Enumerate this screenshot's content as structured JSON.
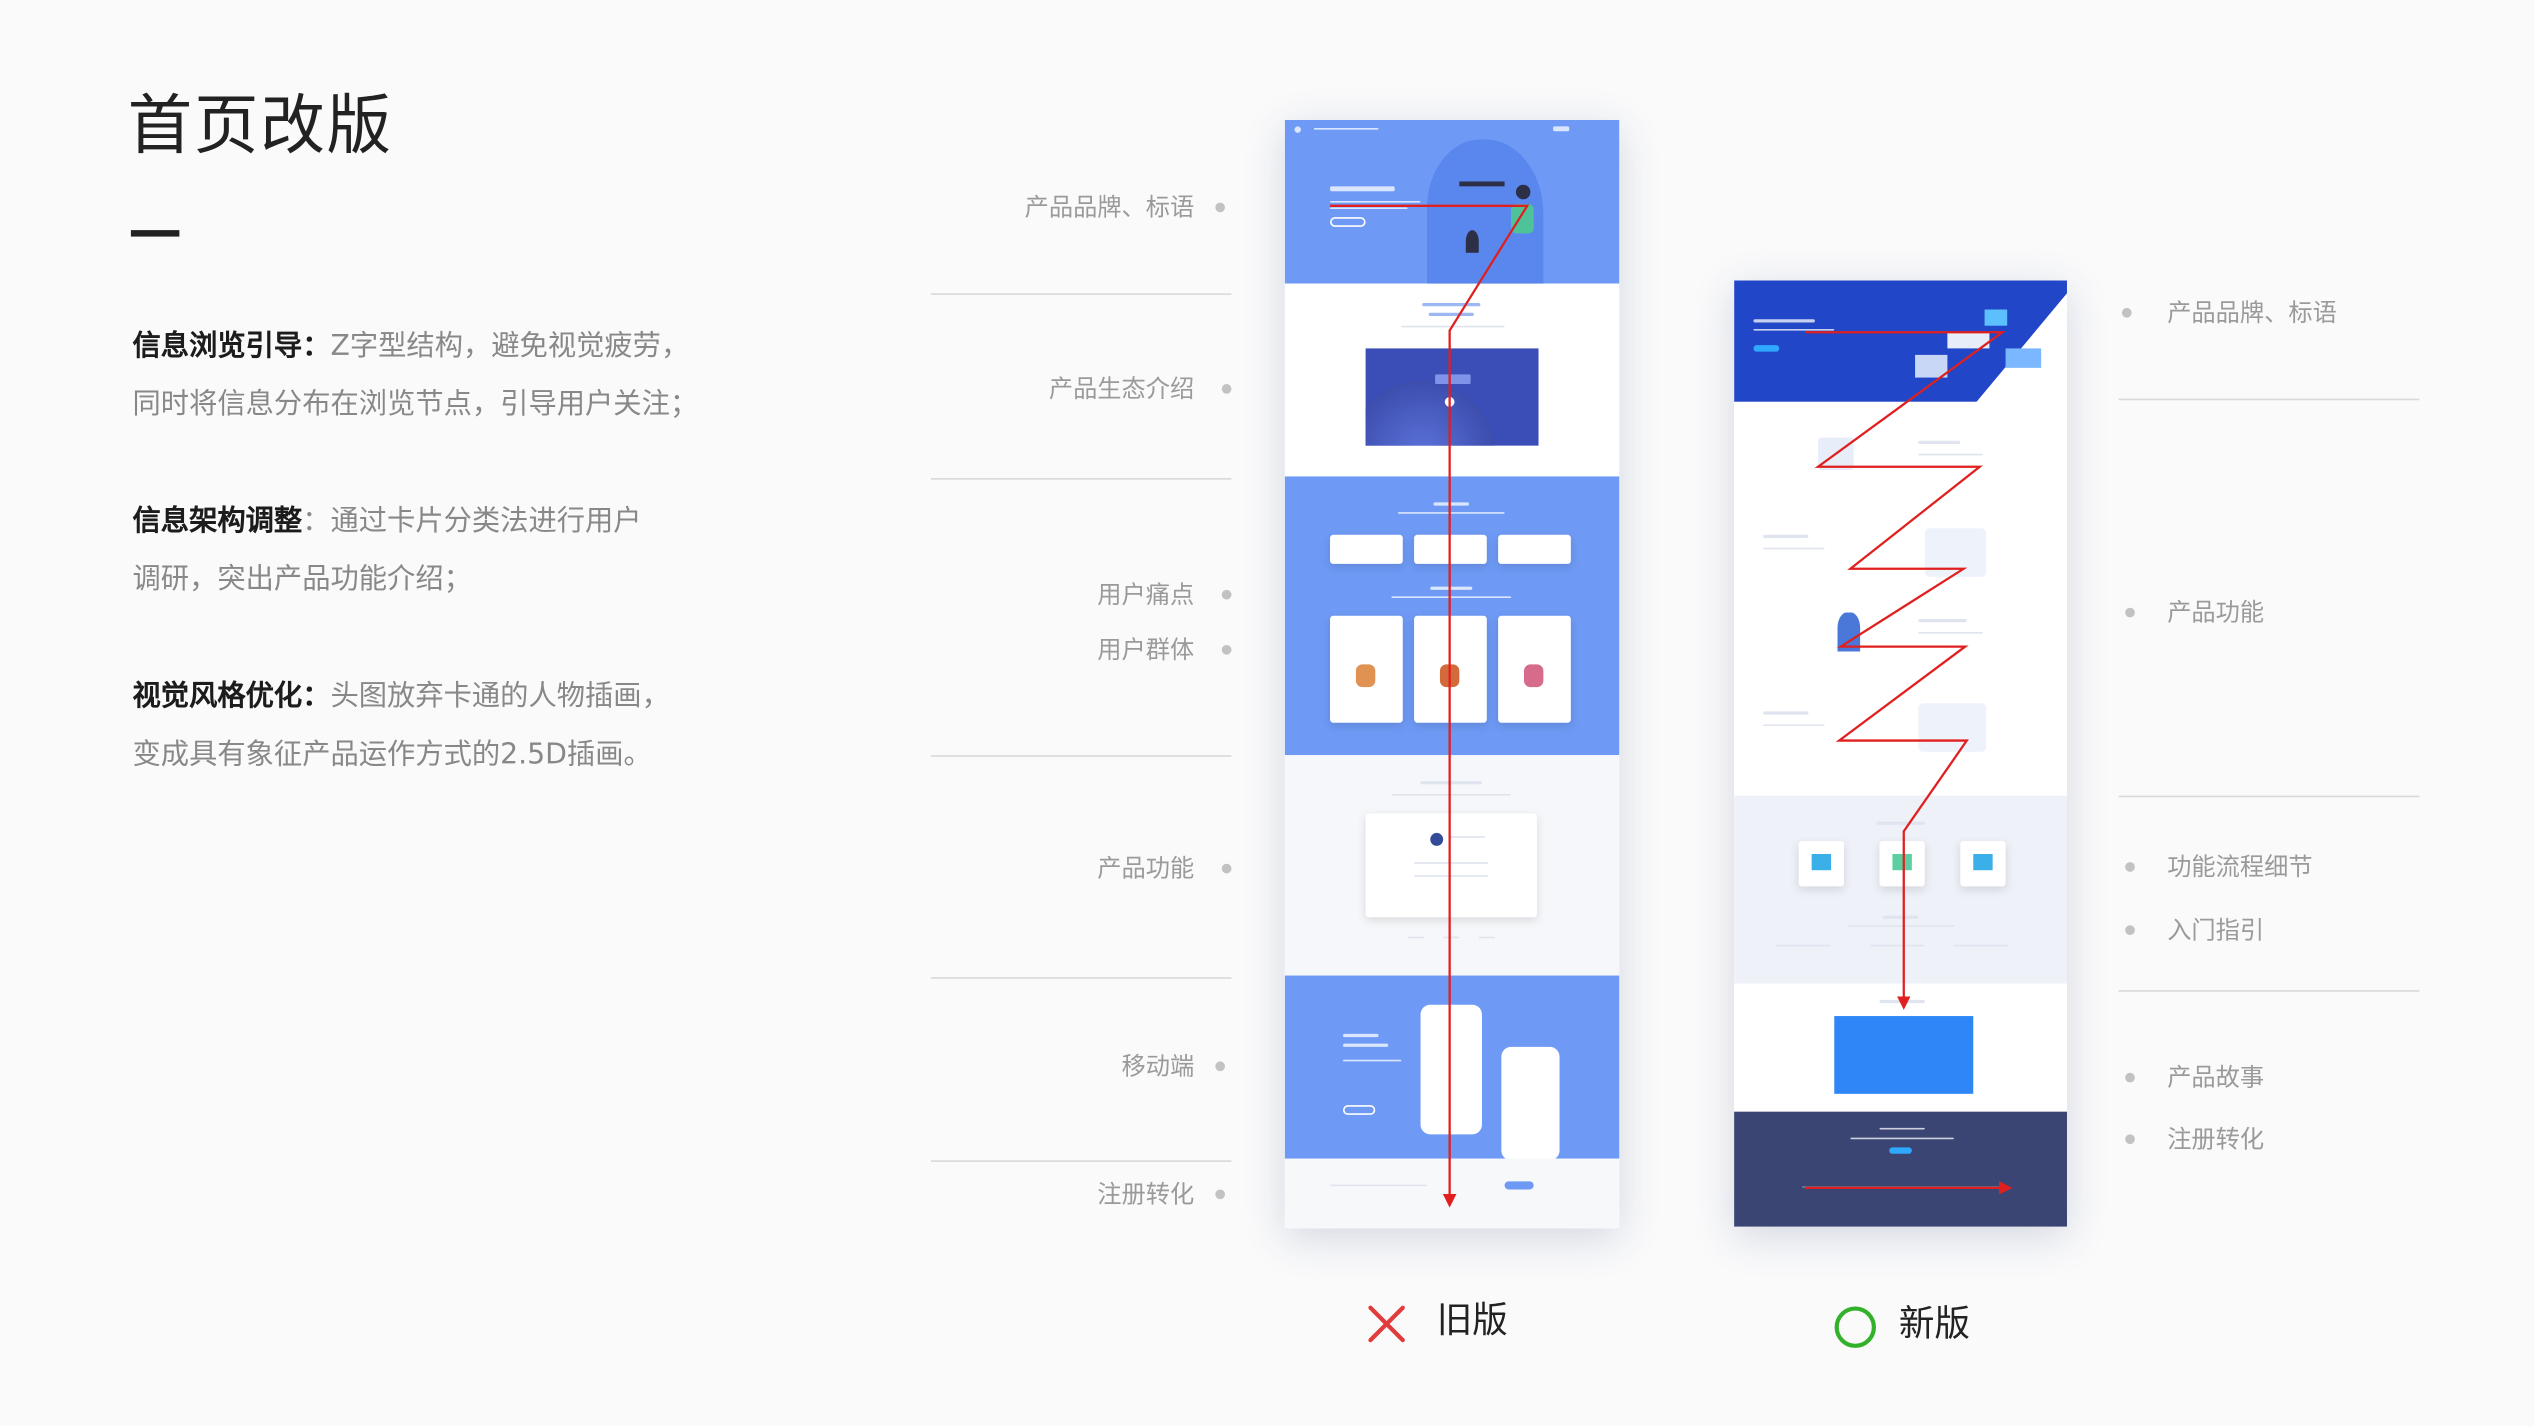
{
  "title": "首页改版",
  "sections": [
    {
      "label": "信息浏览引导：",
      "text": "Z字型结构，避免视觉疲劳，",
      "text2": "同时将信息分布在浏览节点，引导用户关注；"
    },
    {
      "label": "信息架构调整",
      "text": "：通过卡片分类法进行用户",
      "text2": "调研，突出产品功能介绍；"
    },
    {
      "label": "视觉风格优化：",
      "text": "头图放弃卡通的人物插画，",
      "text2": "变成具有象征产品运作方式的2.5D插画。"
    }
  ],
  "old_version": {
    "labels": [
      "产品品牌、标语",
      "产品生态介绍",
      "用户痛点",
      "用户群体",
      "产品功能",
      "移动端",
      "注册转化"
    ],
    "caption": "旧版",
    "mark_icon": "cross-icon",
    "mark_color": "#e23b3b"
  },
  "new_version": {
    "labels": [
      "产品品牌、标语",
      "产品功能",
      "功能流程细节",
      "入门指引",
      "产品故事",
      "注册转化"
    ],
    "caption": "新版",
    "mark_icon": "circle-check-icon",
    "mark_color": "#33b12a"
  },
  "colors": {
    "old_blue": "#6e9af5",
    "new_blue": "#2146c7",
    "new_footer": "#3a4573",
    "arrow_red": "#e01f1f"
  }
}
